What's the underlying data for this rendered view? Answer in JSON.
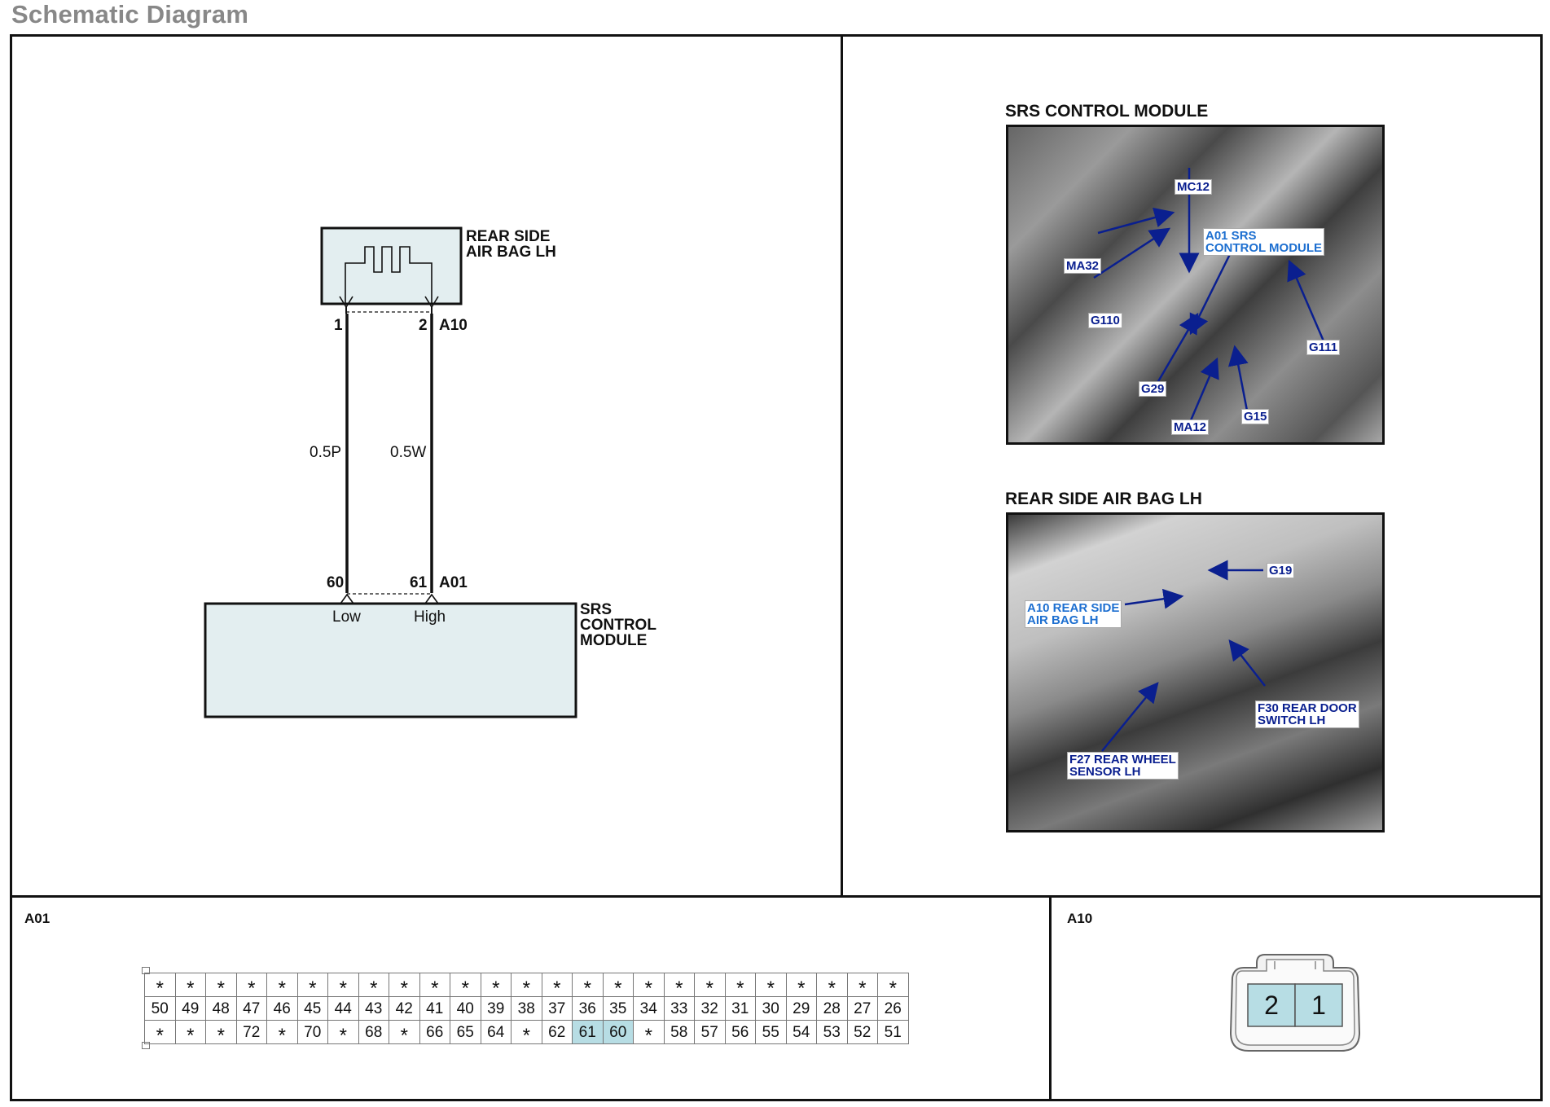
{
  "page_title": "Schematic Diagram",
  "schematic": {
    "airbag_name": "REAR SIDE\nAIR BAG LH",
    "airbag_pin1": "1",
    "airbag_pin2": "2",
    "airbag_connector": "A10",
    "wire1": "0.5P",
    "wire2": "0.5W",
    "module_pin1": "60",
    "module_pin2": "61",
    "module_connector": "A01",
    "low_label": "Low",
    "high_label": "High",
    "module_name": "SRS\nCONTROL\nMODULE"
  },
  "photo_srs": {
    "title": "SRS CONTROL MODULE",
    "callouts": {
      "mc12": "MC12",
      "a01": "A01 SRS\nCONTROL MODULE",
      "ma32": "MA32",
      "g110": "G110",
      "g111": "G111",
      "g29": "G29",
      "ma12": "MA12",
      "g15": "G15"
    }
  },
  "photo_airbag": {
    "title": "REAR SIDE AIR BAG LH",
    "callouts": {
      "g19": "G19",
      "a10": "A10 REAR SIDE\nAIR BAG LH",
      "f30": "F30 REAR DOOR\nSWITCH LH",
      "f27": "F27 REAR WHEEL\nSENSOR LH"
    }
  },
  "a01_connector": {
    "label": "A01",
    "row1": [
      "*",
      "*",
      "*",
      "*",
      "*",
      "*",
      "*",
      "*",
      "*",
      "*",
      "*",
      "*",
      "*",
      "*",
      "*",
      "*",
      "*",
      "*",
      "*",
      "*",
      "*",
      "*",
      "*",
      "*",
      "*"
    ],
    "row2": [
      "50",
      "49",
      "48",
      "47",
      "46",
      "45",
      "44",
      "43",
      "42",
      "41",
      "40",
      "39",
      "38",
      "37",
      "36",
      "35",
      "34",
      "33",
      "32",
      "31",
      "30",
      "29",
      "28",
      "27",
      "26"
    ],
    "row3": [
      "*",
      "*",
      "*",
      "72",
      "*",
      "70",
      "*",
      "68",
      "*",
      "66",
      "65",
      "64",
      "*",
      "62",
      "61",
      "60",
      "*",
      "58",
      "57",
      "56",
      "55",
      "54",
      "53",
      "52",
      "51"
    ],
    "highlight_color": "#b7dde4"
  },
  "a10_connector": {
    "label": "A10",
    "pin_left": "2",
    "pin_right": "1"
  }
}
